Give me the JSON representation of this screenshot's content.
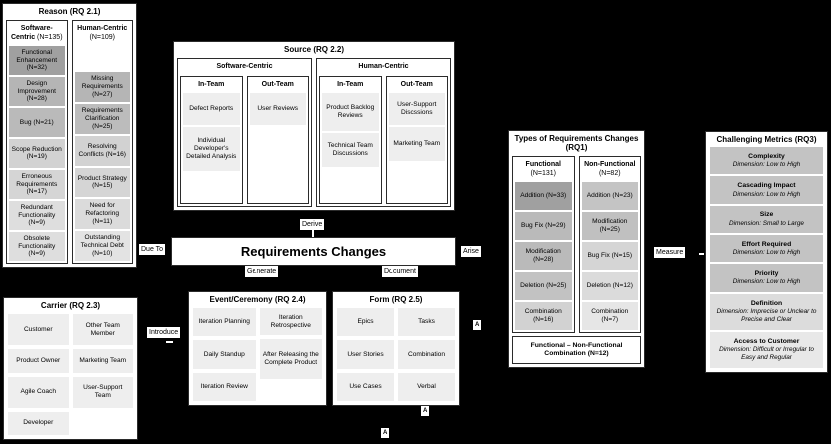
{
  "colors": {
    "background": "#000000",
    "box_bg": "#ffffff",
    "cell_light": "#eeeeee"
  },
  "center": {
    "title": "Requirements Changes"
  },
  "edge_labels": {
    "derive": "Derive",
    "due_to": "Due To",
    "arise": "Arise",
    "generate": "Generate",
    "document": "Document",
    "introduce": "Introduce",
    "measure": "Measure",
    "connector": "A"
  },
  "reason": {
    "title": "Reason (RQ 2.1)",
    "columns": [
      {
        "header_name": "Software-Centric",
        "header_count": "(N=135)",
        "items": [
          {
            "label": "Functional Enhancement (N=32)",
            "shade": "#a0a0a0"
          },
          {
            "label": "Design Improvement (N=28)",
            "shade": "#b5b5b5"
          },
          {
            "label": "Bug (N=21)",
            "shade": "#bababa"
          },
          {
            "label": "Scope Reduction (N=19)",
            "shade": "#d2d2d2"
          },
          {
            "label": "Erroneous Requirements (N=17)",
            "shade": "#d5d5d5"
          },
          {
            "label": "Redundant Functionality (N=9)",
            "shade": "#dedede"
          },
          {
            "label": "Obsolete Functionality (N=9)",
            "shade": "#dedede"
          }
        ]
      },
      {
        "header_name": "Human-Centric",
        "header_count": "(N=109)",
        "items": [
          {
            "label": "Missing Requirements (N=27)",
            "shade": "#b5b5b5"
          },
          {
            "label": "Requirements Clarification (N=25)",
            "shade": "#bcbcbc"
          },
          {
            "label": "Resolving Conflicts (N=16)",
            "shade": "#d2d2d2"
          },
          {
            "label": "Product Strategy (N=15)",
            "shade": "#d5d5d5"
          },
          {
            "label": "Need for Refactoring (N=11)",
            "shade": "#dbdbdb"
          },
          {
            "label": "Outstanding Technical Debt (N=10)",
            "shade": "#e3e3e3"
          }
        ]
      }
    ]
  },
  "source": {
    "title": "Source (RQ 2.2)",
    "groups": [
      {
        "header": "Software-Centric",
        "columns": [
          {
            "header": "In-Team",
            "items": [
              "Defect Reports",
              "Individual Developer's Detailed Analysis"
            ]
          },
          {
            "header": "Out-Team",
            "items": [
              "User Reviews"
            ]
          }
        ]
      },
      {
        "header": "Human-Centric",
        "columns": [
          {
            "header": "In-Team",
            "items": [
              "Product Backlog Reviews",
              "Technical Team Discussions"
            ]
          },
          {
            "header": "Out-Team",
            "items": [
              "User-Support Discssions",
              "Marketing Team"
            ]
          }
        ]
      }
    ]
  },
  "carrier": {
    "title": "Carrier (RQ 2.3)",
    "items": [
      "Customer",
      "Other Team Member",
      "Product Owner",
      "Marketing Team",
      "Agile Coach",
      "User-Support Team",
      "Developer"
    ]
  },
  "event": {
    "title": "Event/Ceremony (RQ 2.4)",
    "left_items": [
      "Iteration Planning",
      "Daily Standup",
      "Iteration Review"
    ],
    "right_items": [
      "Iteration Retrospective",
      "After Releasing the Complete Product"
    ]
  },
  "form": {
    "title": "Form (RQ 2.5)",
    "items": [
      "Epics",
      "Tasks",
      "User Stories",
      "Combination",
      "Use Cases",
      "Verbal"
    ]
  },
  "types": {
    "title_line1": "Types of Requirements Changes",
    "title_line2": "(RQ1)",
    "columns": [
      {
        "header_name": "Functional",
        "header_count": "(N=131)",
        "items": [
          {
            "label": "Addition (N=33)",
            "shade": "#a0a0a0"
          },
          {
            "label": "Bug Fix (N=29)",
            "shade": "#bababa"
          },
          {
            "label": "Modification (N=28)",
            "shade": "#bababa"
          },
          {
            "label": "Deletion (N=25)",
            "shade": "#c2c2c2"
          },
          {
            "label": "Combination (N=16)",
            "shade": "#d2d2d2"
          }
        ]
      },
      {
        "header_name": "Non-Functional",
        "header_count": "(N=82)",
        "items": [
          {
            "label": "Addition (N=23)",
            "shade": "#c4c4c4"
          },
          {
            "label": "Modification (N=25)",
            "shade": "#c0c0c0"
          },
          {
            "label": "Bug Fix (N=15)",
            "shade": "#d5d5d5"
          },
          {
            "label": "Deletion (N=12)",
            "shade": "#dbdbdb"
          },
          {
            "label": "Combination (N=7)",
            "shade": "#e6e6e6"
          }
        ]
      }
    ],
    "footer": "Functional – Non-Functional Combination (N=12)"
  },
  "metrics": {
    "title": "Challenging Metrics (RQ3)",
    "items": [
      {
        "name": "Complexity",
        "dimension": "Dimension: Low to High",
        "shade": "#c3c3c3"
      },
      {
        "name": "Cascading Impact",
        "dimension": "Dimension: Low to High",
        "shade": "#c3c3c3"
      },
      {
        "name": "Size",
        "dimension": "Dimension: Small to Large",
        "shade": "#c3c3c3"
      },
      {
        "name": "Effort Required",
        "dimension": "Dimension: Low to High",
        "shade": "#c3c3c3"
      },
      {
        "name": "Priority",
        "dimension": "Dimension: Low to High",
        "shade": "#c3c3c3"
      },
      {
        "name": "Definition",
        "dimension": "Dimension: Imprecise or Unclear to Precise and Clear",
        "shade": "#dcdcdc"
      },
      {
        "name": "Access to Customer",
        "dimension": "Dimension: Difficult or Irregular to Easy and Regular",
        "shade": "#e8e8e8"
      }
    ]
  }
}
